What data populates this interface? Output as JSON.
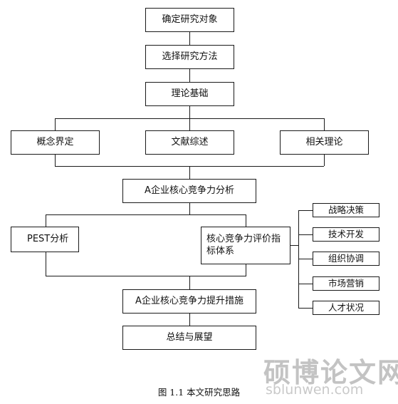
{
  "flow": {
    "determine_object": "确定研究对象",
    "choose_method": "选择研究方法",
    "theory_basis": "理论基础",
    "concept_def": "概念界定",
    "literature_review": "文献综述",
    "related_theory": "相关理论",
    "core_analysis": "A企业核心竞争力分析",
    "pest": "PEST分析",
    "eval_system": "核心竞争力评价指标体系",
    "improve_measures": "A企业核心竞争力提升措施",
    "summary": "总结与展望"
  },
  "indicators": [
    "战略决策",
    "技术开发",
    "组织协调",
    "市场营销",
    "人才状况"
  ],
  "caption": "图 1.1    本文研究思路",
  "watermark": {
    "cn": "硕博论文网",
    "url": "sblunwen.com"
  }
}
